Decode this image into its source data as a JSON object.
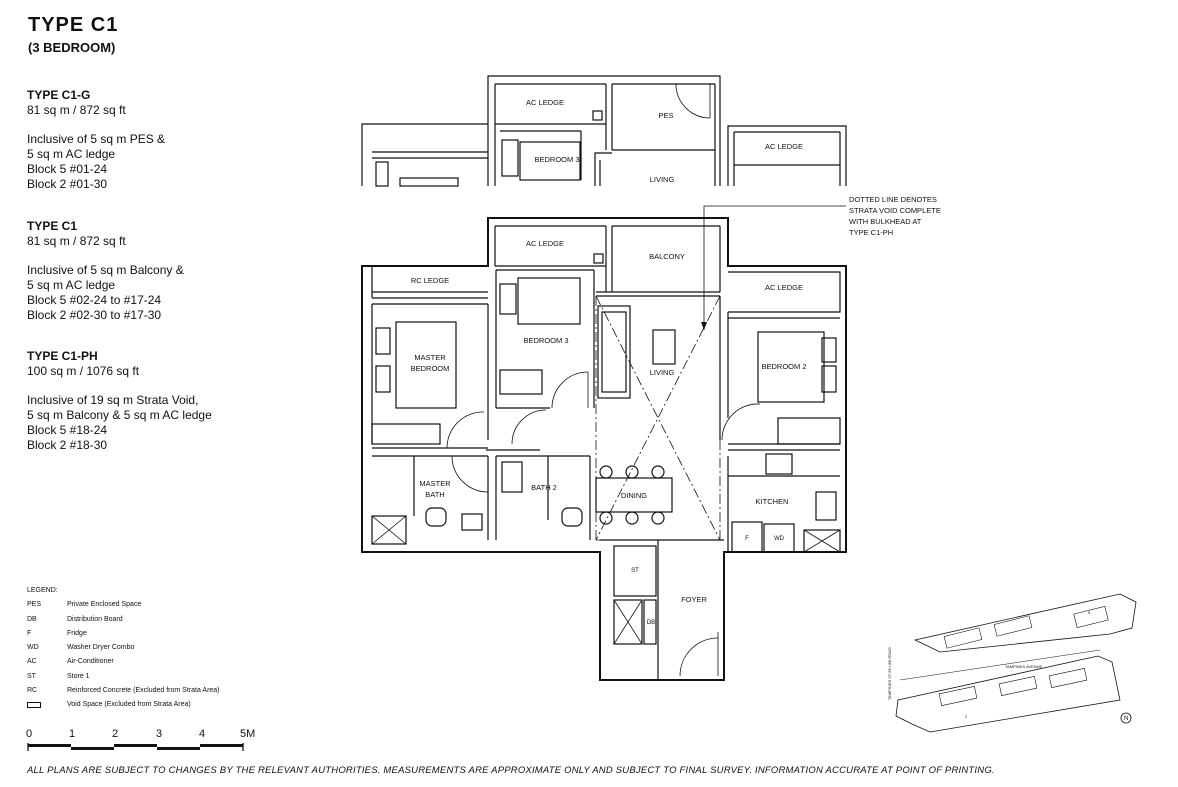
{
  "header": {
    "title": "TYPE  C1",
    "subtitle": "(3 BEDROOM)"
  },
  "types": [
    {
      "name": "TYPE C1-G",
      "area": "81 sq m / 872 sq ft",
      "lines": [
        "Inclusive of 5 sq m PES &",
        "5 sq m AC ledge",
        "Block 5 #01-24",
        "Block 2 #01-30"
      ]
    },
    {
      "name": "TYPE C1",
      "area": "81 sq m / 872 sq ft",
      "lines": [
        "Inclusive of 5 sq m Balcony &",
        "5 sq m AC ledge",
        "Block 5 #02-24 to #17-24",
        "Block 2 #02-30 to #17-30"
      ]
    },
    {
      "name": "TYPE C1-PH",
      "area": "100 sq m / 1076 sq ft",
      "lines": [
        "Inclusive of 19 sq m Strata Void,",
        "5 sq m Balcony & 5 sq m AC ledge",
        "Block 5 #18-24",
        "Block 2 #18-30"
      ]
    }
  ],
  "legend": {
    "title": "LEGEND:",
    "items": [
      {
        "key": "PES",
        "desc": "Private Enclosed Space"
      },
      {
        "key": "DB",
        "desc": "Distribution Board"
      },
      {
        "key": "F",
        "desc": "Fridge"
      },
      {
        "key": "WD",
        "desc": "Washer Dryer Combo"
      },
      {
        "key": "AC",
        "desc": "Air-Conditioner"
      },
      {
        "key": "ST",
        "desc": "Store 1"
      },
      {
        "key": "RC",
        "desc": "Reinforced Concrete (Excluded from Strata Area)"
      },
      {
        "key": "",
        "desc": "Void Space (Excluded from Strata Area)"
      }
    ]
  },
  "scale": {
    "labels": [
      "0",
      "1",
      "2",
      "3",
      "4",
      "5M"
    ]
  },
  "note": {
    "lines": [
      "DOTTED LINE DENOTES",
      "STRATA VOID COMPLETE",
      "WITH BULKHEAD AT",
      "TYPE C1-PH"
    ]
  },
  "rooms": {
    "top_ac_ledge": "AC LEDGE",
    "pes": "PES",
    "top_bedroom3": "BEDROOM 3",
    "top_living": "LIVING",
    "top_ac_ledge_right": "AC LEDGE",
    "ac_ledge": "AC LEDGE",
    "balcony": "BALCONY",
    "rc_ledge": "RC LEDGE",
    "ac_ledge_right": "AC LEDGE",
    "master_bedroom_1": "MASTER",
    "master_bedroom_2": "BEDROOM",
    "bedroom3": "BEDROOM 3",
    "living": "LIVING",
    "bedroom2": "BEDROOM 2",
    "master_bath_1": "MASTER",
    "master_bath_2": "BATH",
    "bath2": "BATH 2",
    "dining": "DINING",
    "kitchen": "KITCHEN",
    "fridge": "F",
    "washer": "WD",
    "store": "ST",
    "db": "DB",
    "foyer": "FOYER"
  },
  "site_map": {
    "road_1": "TAMPINES ST 86 / 8B ROAD",
    "road_2": "TAMPINES AVENUE",
    "block_5": "5",
    "block_2": "2",
    "north": "N"
  },
  "disclaimer": "ALL PLANS ARE SUBJECT TO CHANGES BY THE RELEVANT AUTHORITIES. MEASUREMENTS ARE APPROXIMATE ONLY AND SUBJECT TO FINAL SURVEY. INFORMATION ACCURATE AT POINT OF PRINTING."
}
